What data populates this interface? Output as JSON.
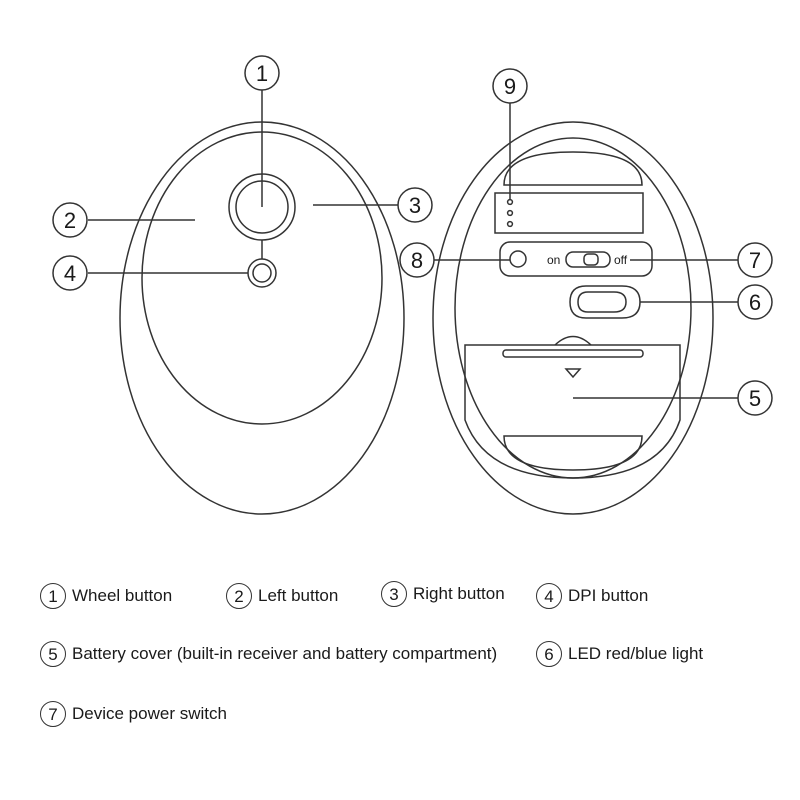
{
  "callout_numbers": [
    "1",
    "2",
    "3",
    "4",
    "5",
    "6",
    "7",
    "8",
    "9"
  ],
  "switch_labels": {
    "on": "on",
    "off": "off"
  },
  "legend": [
    {
      "num": "1",
      "label": "Wheel button"
    },
    {
      "num": "2",
      "label": "Left button"
    },
    {
      "num": "3",
      "label": "Right button"
    },
    {
      "num": "4",
      "label": "DPI button"
    },
    {
      "num": "5",
      "label": "Battery cover (built-in receiver and battery compartment)"
    },
    {
      "num": "6",
      "label": "LED red/blue light"
    },
    {
      "num": "7",
      "label": "Device power switch"
    }
  ],
  "colors": {
    "line": "#333333",
    "fill": "#ffffff"
  }
}
